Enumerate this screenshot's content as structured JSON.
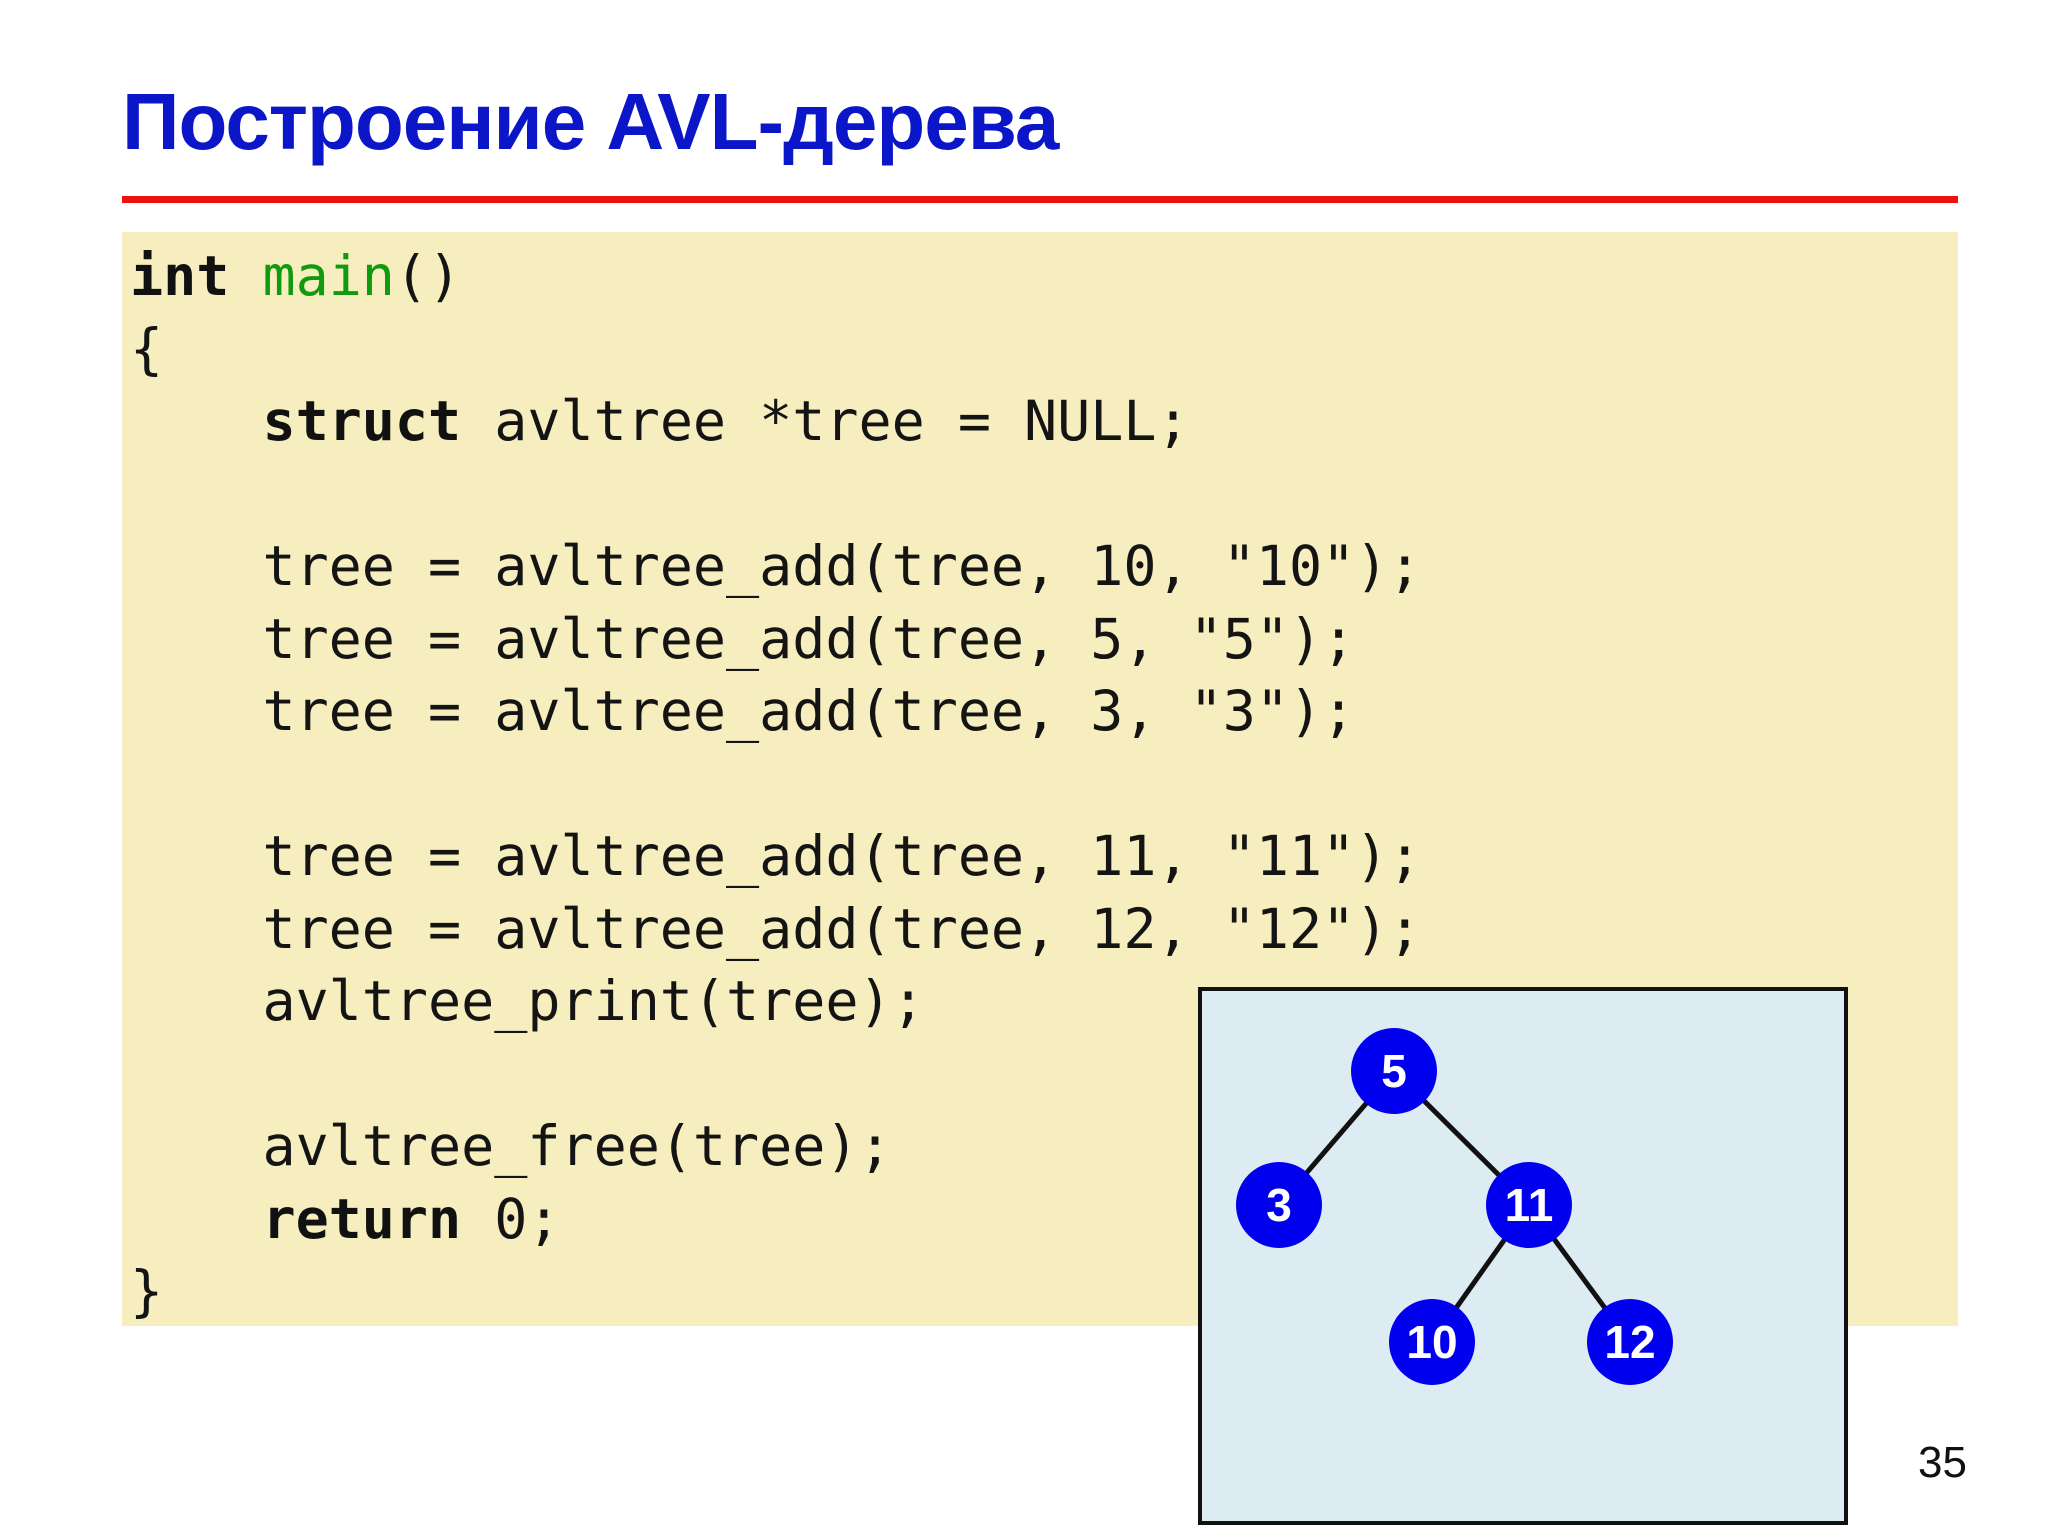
{
  "slide": {
    "title": "Построение AVL-дерева",
    "page_number": "35"
  },
  "code": {
    "lines": [
      [
        {
          "t": "int",
          "k": "kw"
        },
        {
          "t": " "
        },
        {
          "t": "main",
          "k": "fn"
        },
        {
          "t": "()"
        }
      ],
      [
        {
          "t": "{"
        }
      ],
      [
        {
          "t": "    "
        },
        {
          "t": "struct",
          "k": "kw"
        },
        {
          "t": " avltree *tree = NULL;"
        }
      ],
      [],
      [
        {
          "t": "    tree = avltree_add(tree, 10, \"10\");"
        }
      ],
      [
        {
          "t": "    tree = avltree_add(tree, 5, \"5\");"
        }
      ],
      [
        {
          "t": "    tree = avltree_add(tree, 3, \"3\");"
        }
      ],
      [],
      [
        {
          "t": "    tree = avltree_add(tree, 11, \"11\");"
        }
      ],
      [
        {
          "t": "    tree = avltree_add(tree, 12, \"12\");"
        }
      ],
      [
        {
          "t": "    avltree_print(tree);"
        }
      ],
      [],
      [
        {
          "t": "    avltree_free(tree);"
        }
      ],
      [
        {
          "t": "    "
        },
        {
          "t": "return",
          "k": "kw"
        },
        {
          "t": " 0;"
        }
      ],
      [
        {
          "t": "}"
        }
      ]
    ]
  },
  "tree": {
    "nodes": [
      {
        "id": "n5",
        "label": "5"
      },
      {
        "id": "n3",
        "label": "3"
      },
      {
        "id": "n11",
        "label": "11"
      },
      {
        "id": "n10",
        "label": "10"
      },
      {
        "id": "n12",
        "label": "12"
      }
    ],
    "edges": [
      {
        "from": "n5",
        "to": "n3"
      },
      {
        "from": "n5",
        "to": "n11"
      },
      {
        "from": "n11",
        "to": "n10"
      },
      {
        "from": "n11",
        "to": "n12"
      }
    ],
    "colors": {
      "node_fill": "#0000ee",
      "node_text": "#ffffff",
      "edge": "#111111",
      "panel_bg": "#dcecf2"
    }
  }
}
